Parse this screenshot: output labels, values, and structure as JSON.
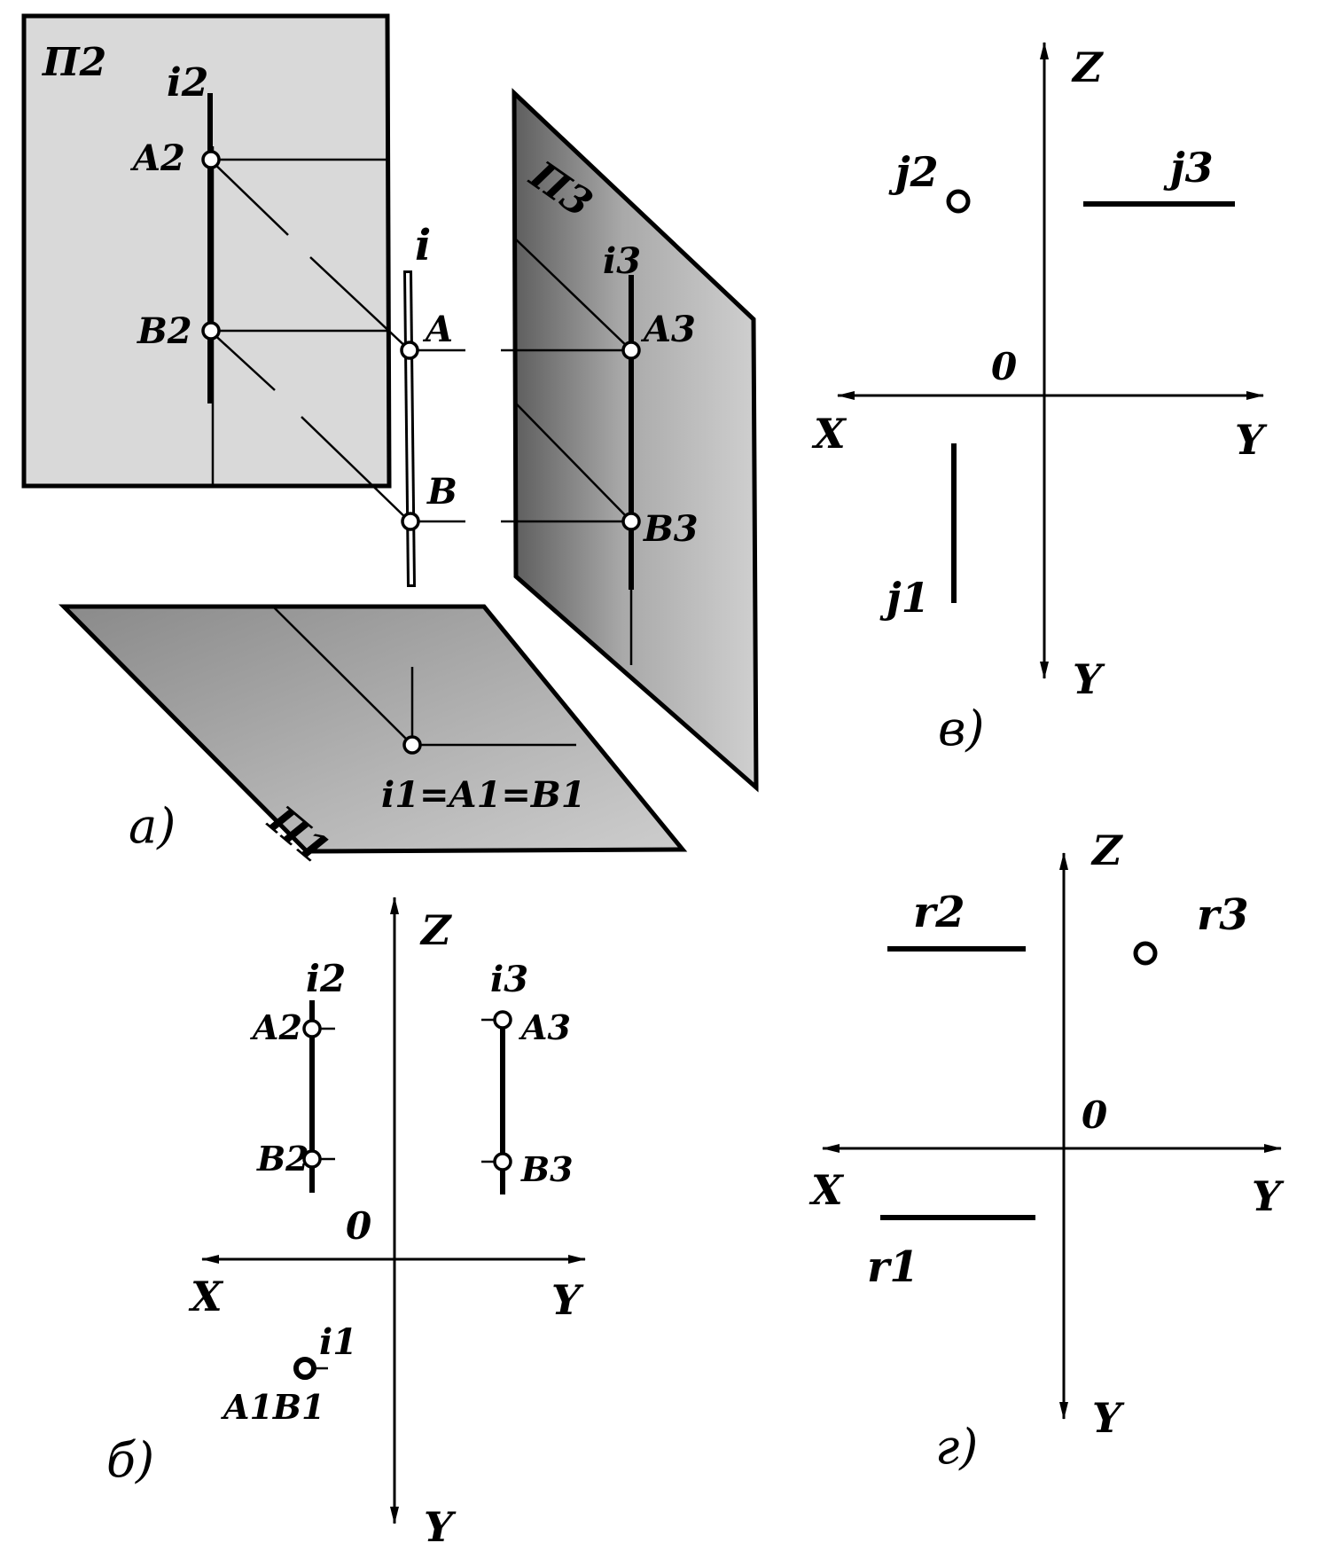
{
  "panels": {
    "a": {
      "caption": "а)",
      "plane_v": "П2",
      "plane_p": "П3",
      "plane_h": "П1",
      "line_i": "i",
      "i2": "i2",
      "i3": "i3",
      "A": "A",
      "B": "B",
      "A2": "A2",
      "B2": "B2",
      "A3": "A3",
      "B3": "B3",
      "h_proj": "i1=A1=B1"
    },
    "b": {
      "caption": "б)",
      "axis_z": "Z",
      "axis_x": "X",
      "axis_y_right": "Y",
      "axis_y_down": "Y",
      "origin": "0",
      "i2": "i2",
      "i3": "i3",
      "A2": "A2",
      "B2": "B2",
      "A3": "A3",
      "B3": "B3",
      "i1": "i1",
      "A1B1": "A1B1"
    },
    "v": {
      "caption": "в)",
      "axis_z": "Z",
      "axis_x": "X",
      "axis_y_right": "Y",
      "axis_y_down": "Y",
      "origin": "0",
      "j2": "j2",
      "j3": "j3",
      "j1": "j1"
    },
    "g": {
      "caption": "г)",
      "axis_z": "Z",
      "axis_x": "X",
      "axis_y_right": "Y",
      "axis_y_down": "Y",
      "origin": "0",
      "r2": "r2",
      "r3": "r3",
      "r1": "r1"
    }
  },
  "colors": {
    "ink": "#000000",
    "plane_light": "#dcdcdc",
    "plane_dark": "#6a6a6a",
    "plane_mid": "#b8b8b8"
  }
}
